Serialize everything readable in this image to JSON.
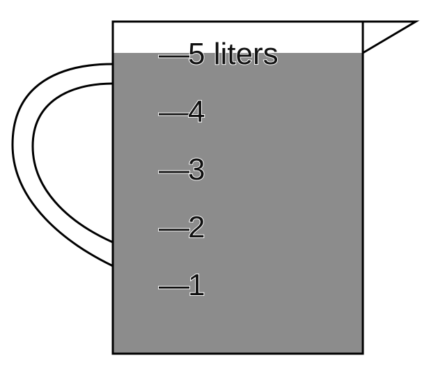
{
  "pitcher": {
    "capacity": 5,
    "fill_level": 5,
    "liquid_color": "#8c8c8c",
    "outline_color": "#000000",
    "background_color": "#ffffff",
    "tick_prefix": "—",
    "markings": [
      {
        "value": 5,
        "label": "5 liters"
      },
      {
        "value": 4,
        "label": "4"
      },
      {
        "value": 3,
        "label": "3"
      },
      {
        "value": 2,
        "label": "2"
      },
      {
        "value": 1,
        "label": "1"
      }
    ]
  }
}
